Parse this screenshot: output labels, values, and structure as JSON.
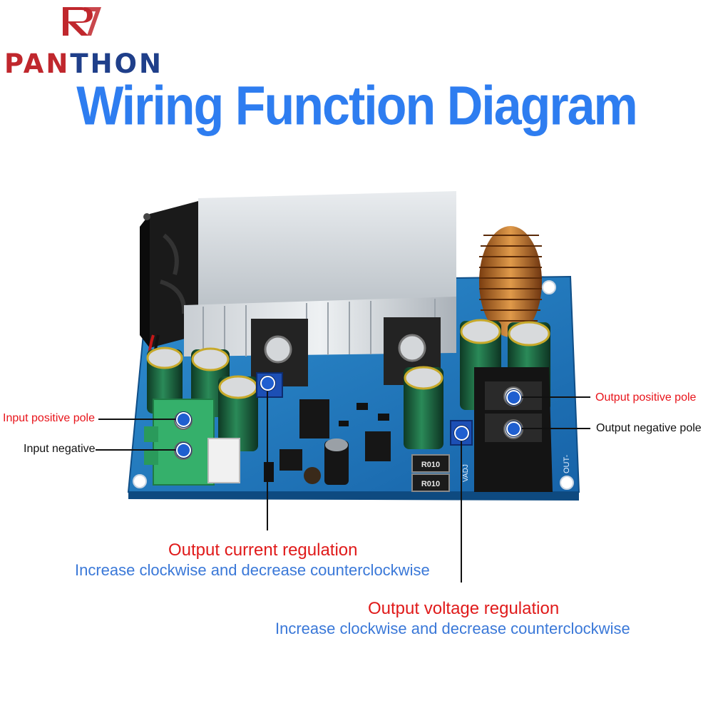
{
  "brand": {
    "name_part1": "PAN",
    "name_part2": "THON",
    "logo_icon": "rp-monogram-icon"
  },
  "title": "Wiring Function Diagram",
  "labels": {
    "input_positive": "Input positive pole",
    "input_negative": "Input negative",
    "output_positive": "Output positive pole",
    "output_negative": "Output negative pole"
  },
  "current_regulation": {
    "title": "Output current regulation",
    "hint": "Increase clockwise and decrease counterclockwise"
  },
  "voltage_regulation": {
    "title": "Output voltage regulation",
    "hint": "Increase clockwise and decrease counterclockwise"
  },
  "board_marks": {
    "r010_a": "R010",
    "r010_b": "R010",
    "vadj": "VADJ",
    "out_minus": "OUT-"
  },
  "colors": {
    "brand_red": "#c0272d",
    "brand_blue": "#1f3f8a",
    "title_blue": "#2e7df0",
    "label_red": "#e8141b",
    "hint_blue": "#3a78d8",
    "marker_blue": "#1f5fd0"
  }
}
